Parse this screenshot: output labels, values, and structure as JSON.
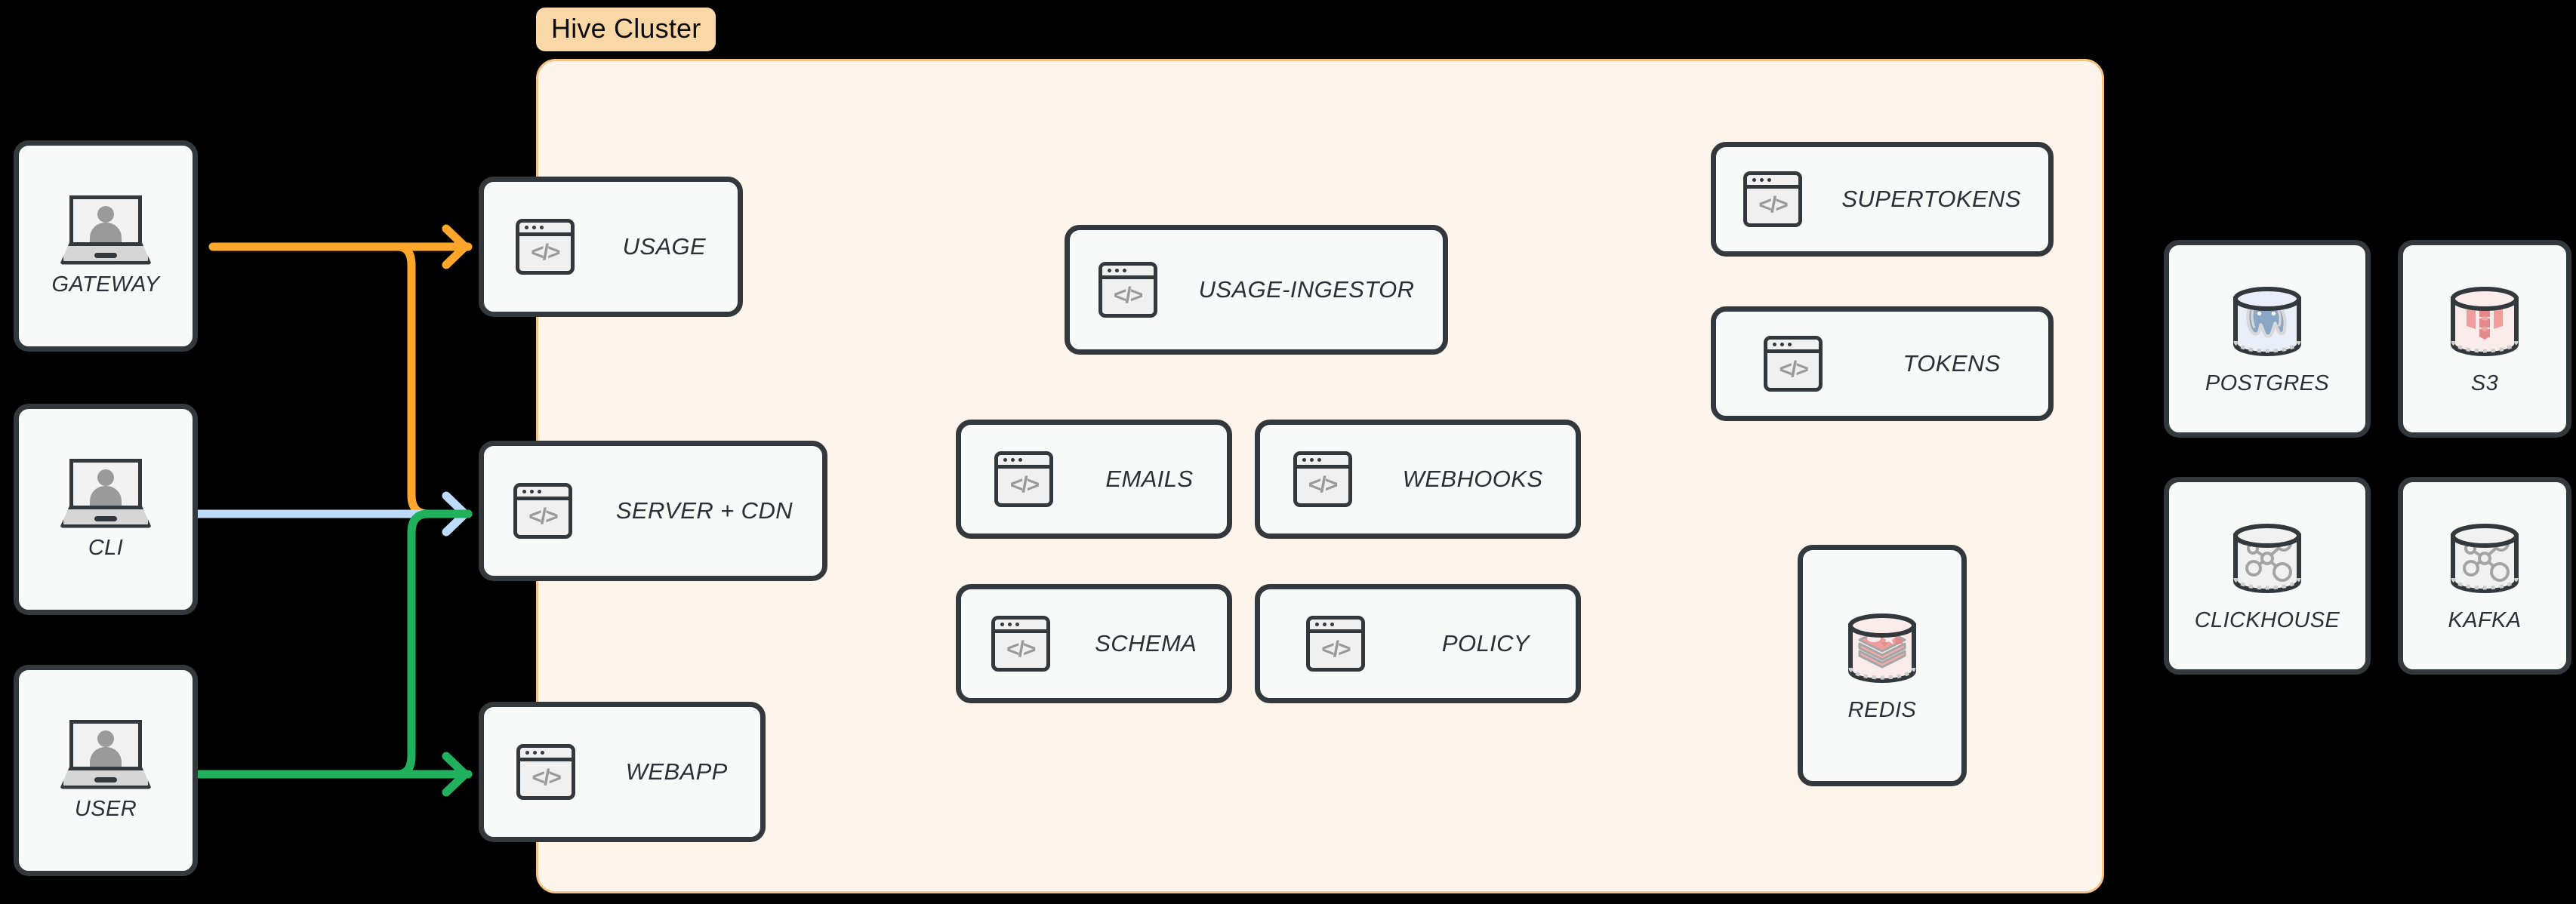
{
  "cluster": {
    "tag_label": "Hive Cluster",
    "fill": "#fdf4ec",
    "border": "#f5c287",
    "tag_fill": "#fad7a7"
  },
  "clients": [
    {
      "id": "gateway",
      "label": "GATEWAY",
      "icon": "laptop-user-icon"
    },
    {
      "id": "cli",
      "label": "CLI",
      "icon": "laptop-user-icon"
    },
    {
      "id": "user",
      "label": "USER",
      "icon": "laptop-user-icon"
    }
  ],
  "edge_services": [
    {
      "id": "usage",
      "label": "USAGE",
      "icon": "code-window-icon"
    },
    {
      "id": "server-cdn",
      "label": "SERVER + CDN",
      "icon": "code-window-icon"
    },
    {
      "id": "webapp",
      "label": "WEBAPP",
      "icon": "code-window-icon"
    }
  ],
  "core_services": [
    {
      "id": "usage-ingestor",
      "label": "USAGE-INGESTOR",
      "icon": "code-window-icon"
    },
    {
      "id": "emails",
      "label": "EMAILS",
      "icon": "code-window-icon"
    },
    {
      "id": "webhooks",
      "label": "WEBHOOKS",
      "icon": "code-window-icon"
    },
    {
      "id": "schema",
      "label": "SCHEMA",
      "icon": "code-window-icon"
    },
    {
      "id": "policy",
      "label": "POLICY",
      "icon": "code-window-icon"
    }
  ],
  "auth_services": [
    {
      "id": "supertokens",
      "label": "SUPERTOKENS",
      "icon": "code-window-icon"
    },
    {
      "id": "tokens",
      "label": "TOKENS",
      "icon": "code-window-icon"
    }
  ],
  "cluster_datastores": [
    {
      "id": "redis",
      "label": "REDIS",
      "icon": "redis-database-icon"
    }
  ],
  "external_datastores": [
    {
      "id": "postgres",
      "label": "POSTGRES",
      "icon": "postgres-database-icon"
    },
    {
      "id": "s3",
      "label": "S3",
      "icon": "s3-database-icon"
    },
    {
      "id": "clickhouse",
      "label": "CLICKHOUSE",
      "icon": "generic-database-icon"
    },
    {
      "id": "kafka",
      "label": "KAFKA",
      "icon": "generic-database-icon"
    }
  ],
  "connections": [
    {
      "id": "gateway-to-usage",
      "from": "GATEWAY",
      "to": "USAGE",
      "color": "#fca62b"
    },
    {
      "id": "gateway-to-server-cdn",
      "from": "GATEWAY",
      "to": "SERVER + CDN",
      "color": "#fca62b"
    },
    {
      "id": "cli-to-server-cdn",
      "from": "CLI",
      "to": "SERVER + CDN",
      "color": "#bddcfa"
    },
    {
      "id": "user-to-server-cdn",
      "from": "USER",
      "to": "SERVER + CDN",
      "color": "#21b15d"
    },
    {
      "id": "user-to-webapp",
      "from": "USER",
      "to": "WEBAPP",
      "color": "#21b15d"
    }
  ],
  "colors": {
    "background": "#000000",
    "node_fill": "#f8f9f9",
    "node_stroke": "#33383d",
    "label_text": "#2c3034",
    "orange": "#fca62b",
    "light_blue": "#bddcfa",
    "green": "#21b15d"
  },
  "icon_glyphs": {
    "code": "</>"
  }
}
